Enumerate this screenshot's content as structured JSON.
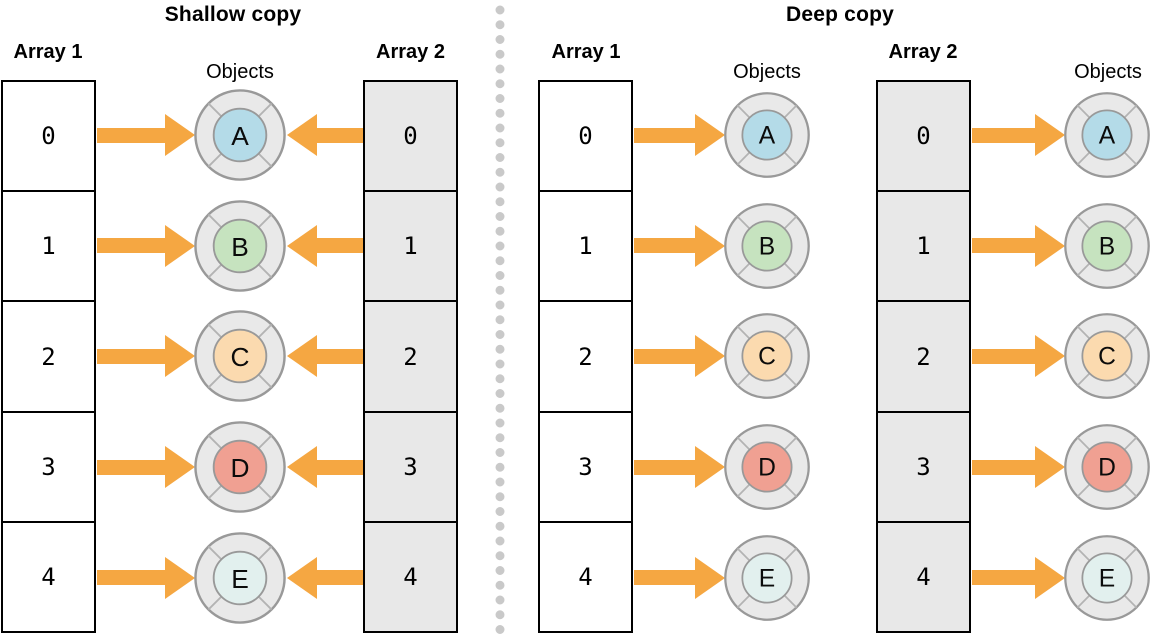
{
  "diagram": {
    "arrow_color": "#f5a742",
    "divider_dot_color": "#c9c9c9",
    "array_gray_fill": "#e8e8e8",
    "object_ring_fill": "#e9e9e9",
    "object_ring_stroke": "#999999"
  },
  "shallow": {
    "title": "Shallow copy",
    "array1": {
      "label": "Array 1",
      "cells": [
        "0",
        "1",
        "2",
        "3",
        "4"
      ]
    },
    "objects": {
      "label": "Objects",
      "items": [
        {
          "letter": "A",
          "color": "#b4dbe8"
        },
        {
          "letter": "B",
          "color": "#c6e3bf"
        },
        {
          "letter": "C",
          "color": "#fbdaaf"
        },
        {
          "letter": "D",
          "color": "#f0a092"
        },
        {
          "letter": "E",
          "color": "#e2f0ee"
        }
      ]
    },
    "array2": {
      "label": "Array 2",
      "cells": [
        "0",
        "1",
        "2",
        "3",
        "4"
      ]
    }
  },
  "deep": {
    "title": "Deep copy",
    "array1": {
      "label": "Array 1",
      "cells": [
        "0",
        "1",
        "2",
        "3",
        "4"
      ]
    },
    "objects1": {
      "label": "Objects",
      "items": [
        {
          "letter": "A",
          "color": "#b4dbe8"
        },
        {
          "letter": "B",
          "color": "#c6e3bf"
        },
        {
          "letter": "C",
          "color": "#fbdaaf"
        },
        {
          "letter": "D",
          "color": "#f0a092"
        },
        {
          "letter": "E",
          "color": "#e2f0ee"
        }
      ]
    },
    "array2": {
      "label": "Array 2",
      "cells": [
        "0",
        "1",
        "2",
        "3",
        "4"
      ]
    },
    "objects2": {
      "label": "Objects",
      "items": [
        {
          "letter": "A",
          "color": "#b4dbe8"
        },
        {
          "letter": "B",
          "color": "#c6e3bf"
        },
        {
          "letter": "C",
          "color": "#fbdaaf"
        },
        {
          "letter": "D",
          "color": "#f0a092"
        },
        {
          "letter": "E",
          "color": "#e2f0ee"
        }
      ]
    }
  }
}
